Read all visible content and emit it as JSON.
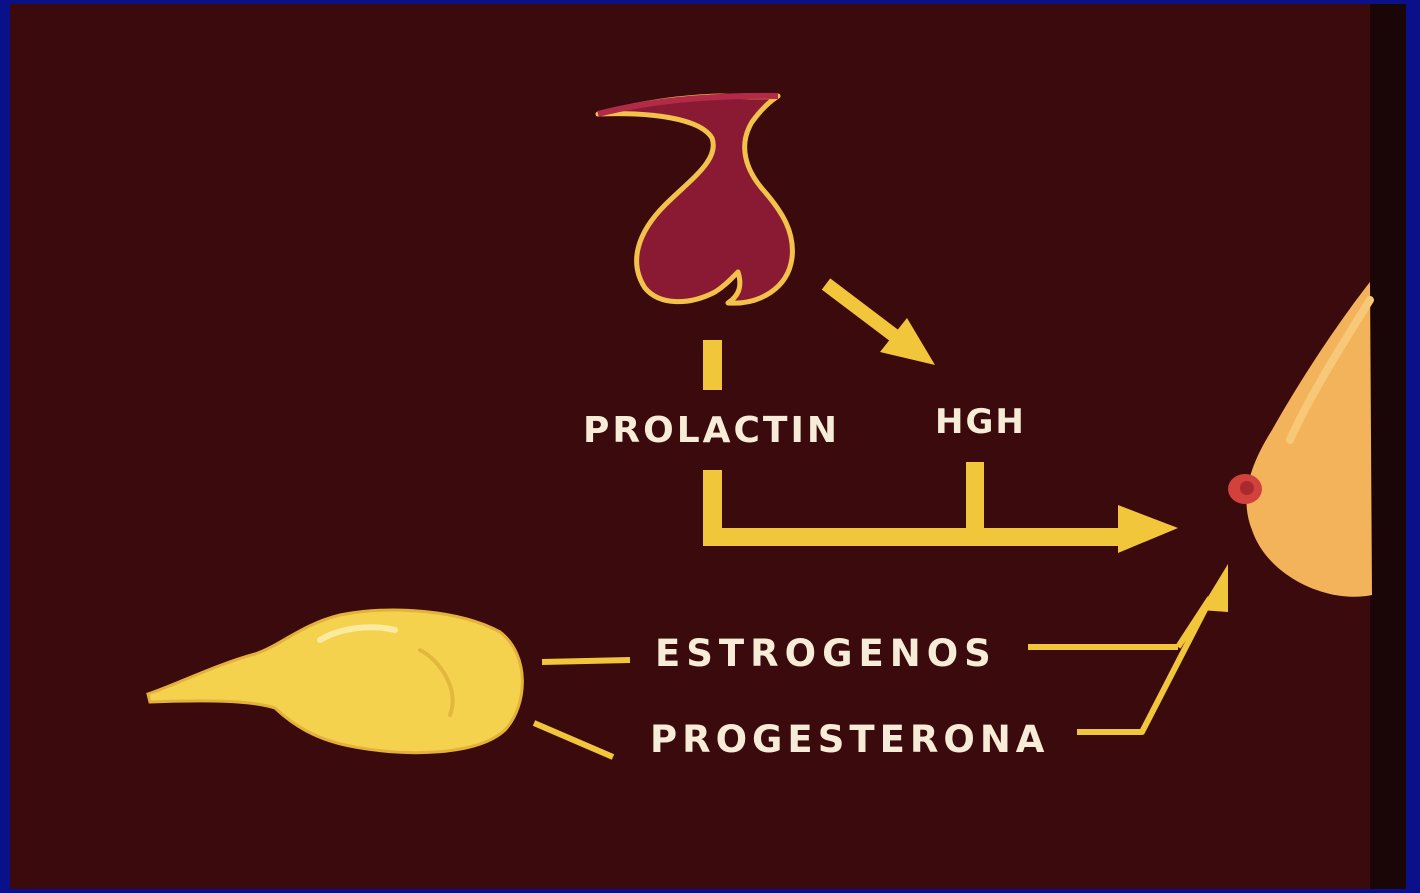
{
  "labels": {
    "prolactin": "PROLACTIN",
    "hgh": "HGH",
    "estrogenos": "ESTROGENOS",
    "progesterona": "PROGESTERONA"
  },
  "colors": {
    "background": "#3b0a0c",
    "frame": "#0a0f8a",
    "arrow": "#f2c63a",
    "pituitary_fill": "#8a1a33",
    "pituitary_outline": "#f2c24a",
    "ovary_fill": "#f5d24e",
    "breast_fill": "#f3b35a",
    "nipple_fill": "#d2413c",
    "label_text": "#f6ecd7"
  },
  "icons": {
    "pituitary": "pituitary-gland-icon",
    "ovary": "ovary-icon",
    "breast": "breast-icon"
  }
}
